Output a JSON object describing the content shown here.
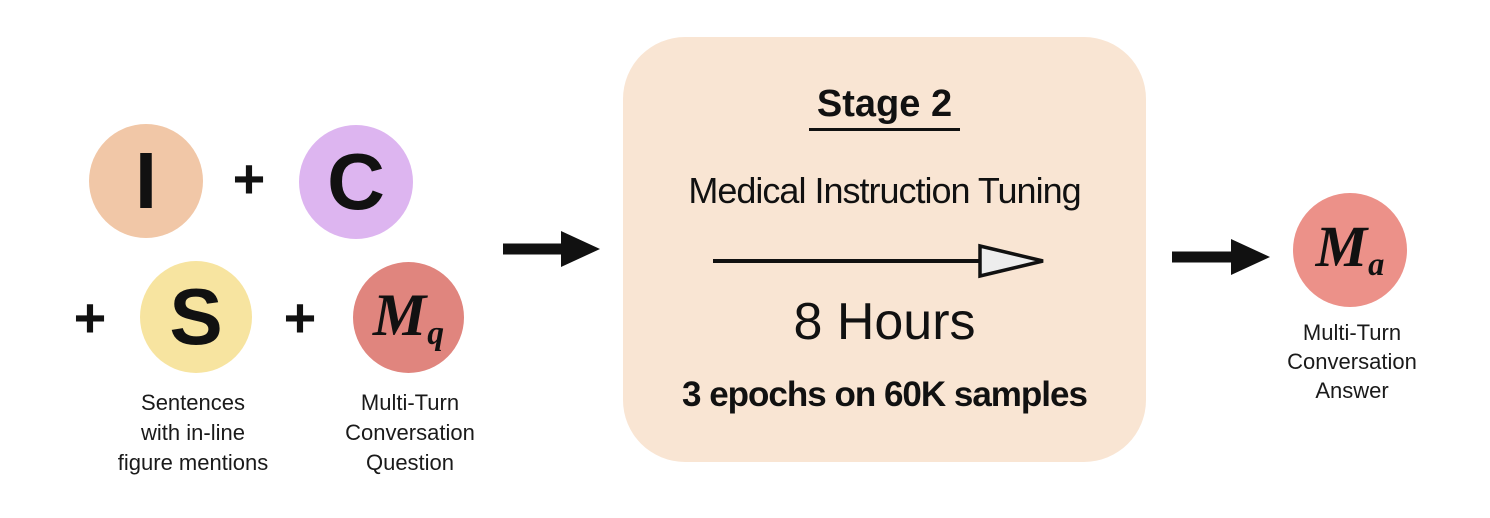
{
  "colors": {
    "circle_i": "#F1C7A7",
    "circle_c": "#DDB5F0",
    "circle_s": "#F7E4A0",
    "circle_mq": "#E0857E",
    "circle_ma": "#EC9189",
    "stage_box_bg": "#F9E5D3",
    "arrow_black": "#111111",
    "inner_arrow_head_fill": "#EDEDED"
  },
  "operators": {
    "plus": "+"
  },
  "inputs": {
    "i": {
      "label": "I"
    },
    "c": {
      "label": "C"
    },
    "s": {
      "label": "S",
      "caption": "Sentences\nwith in-line\nfigure mentions"
    },
    "mq": {
      "label_main": "M",
      "label_sub": "q",
      "caption": "Multi-Turn\nConversation\nQuestion"
    }
  },
  "stage_box": {
    "title": "Stage 2",
    "task": "Medical Instruction Tuning",
    "duration": "8 Hours",
    "detail": "3 epochs on 60K samples"
  },
  "output": {
    "ma": {
      "label_main": "M",
      "label_sub": "a",
      "caption": "Multi-Turn\nConversation\nAnswer"
    }
  }
}
